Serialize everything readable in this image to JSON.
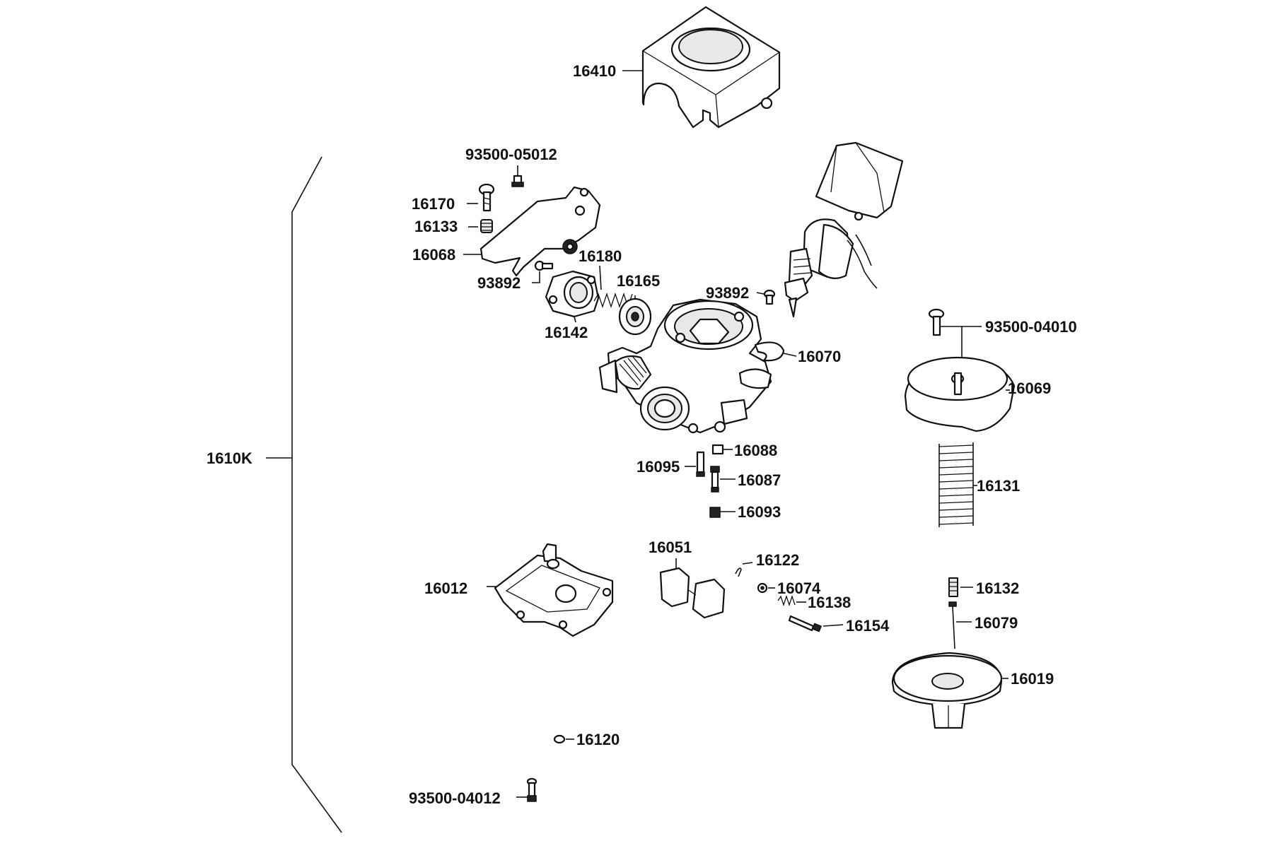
{
  "diagram": {
    "assembly_label": "1610K",
    "labels": {
      "p16410": "16410",
      "p93500_05012": "93500-05012",
      "p16170": "16170",
      "p16133": "16133",
      "p16068": "16068",
      "p16180": "16180",
      "p93892_a": "93892",
      "p16165": "16165",
      "p16142": "16142",
      "p93892_b": "93892",
      "p16070": "16070",
      "p93500_04010": "93500-04010",
      "p16069": "16069",
      "p16088": "16088",
      "p16095": "16095",
      "p16087": "16087",
      "p16093": "16093",
      "p16131": "16131",
      "p16051": "16051",
      "p16122": "16122",
      "p16012": "16012",
      "p16074": "16074",
      "p16138": "16138",
      "p16154": "16154",
      "p16132": "16132",
      "p16079": "16079",
      "p16019": "16019",
      "p16120": "16120",
      "p93500_04012": "93500-04012"
    }
  }
}
